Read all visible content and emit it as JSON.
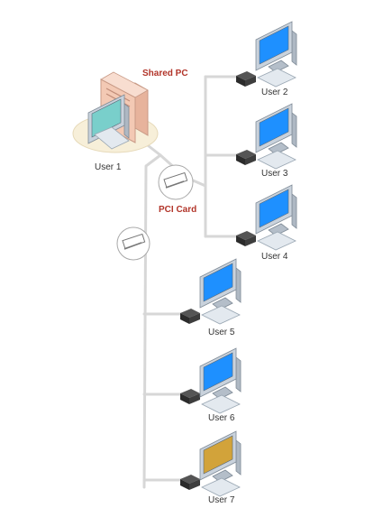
{
  "diagram": {
    "shared_pc_label": "Shared PC",
    "pci_card_label": "PCI Card",
    "users": [
      {
        "label": "User 1",
        "screen_color": "#79cfcb"
      },
      {
        "label": "User 2",
        "screen_color": "#1e90ff"
      },
      {
        "label": "User 3",
        "screen_color": "#1e90ff"
      },
      {
        "label": "User 4",
        "screen_color": "#1e90ff"
      },
      {
        "label": "User 5",
        "screen_color": "#1e90ff"
      },
      {
        "label": "User 6",
        "screen_color": "#1e90ff"
      },
      {
        "label": "User 7",
        "screen_color": "#d2a33a"
      }
    ]
  },
  "colors": {
    "accent_label": "#b2352a",
    "cable": "#d7d7d7",
    "tower_front": "#f3c9b4",
    "tower_side": "#e7b39c",
    "desk_oval": "#f7efd9",
    "monitor_frame": "#c9d2dc",
    "keyboard": "#e3e9ef",
    "extender": "#2b2b2b"
  }
}
